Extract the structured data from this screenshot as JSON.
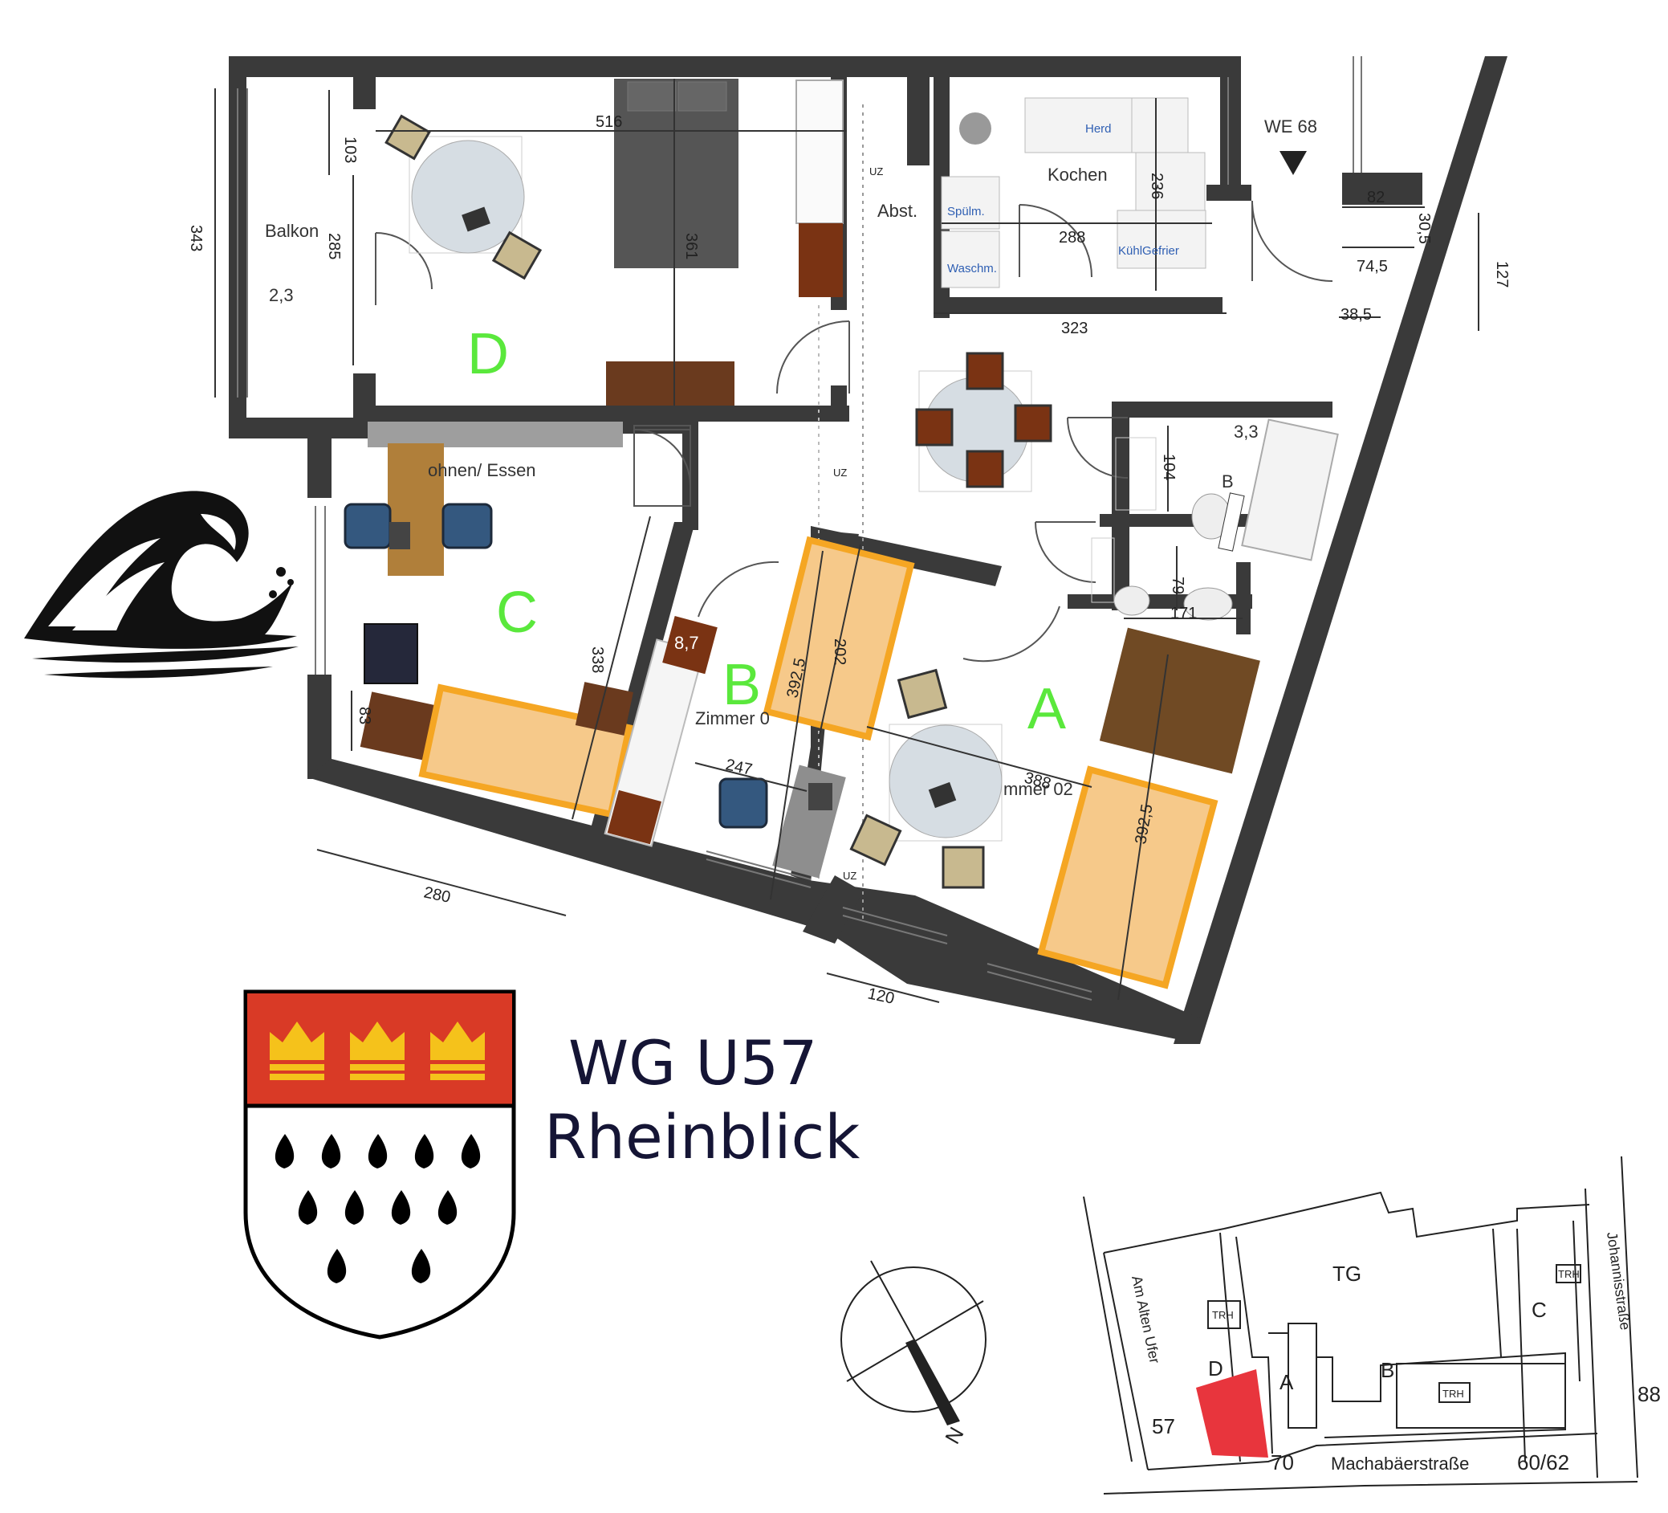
{
  "plan": {
    "rooms": {
      "A": "A",
      "B": "B",
      "C": "C",
      "D": "D"
    },
    "labels": {
      "balkon": "Balkon",
      "balkon_area": "2,3",
      "kochen": "Kochen",
      "abst": "Abst.",
      "wohnen": "ohnen/ Essen",
      "zimmer_b": "Zimmer 0",
      "zimmer_a": "mmer 02",
      "bad": "B",
      "bad_area": "3,3",
      "we": "WE 68",
      "uz": "UZ",
      "area_b": "8,7"
    },
    "appliances": {
      "herd": "Herd",
      "spuelm": "Spülm.",
      "waschm": "Waschm.",
      "kuehl": "KühlGefrier"
    },
    "dimensions": {
      "d516": "516",
      "d103": "103",
      "d343": "343",
      "d285": "285",
      "d361": "361",
      "d236": "236",
      "d288": "288",
      "d323": "323",
      "d82": "82",
      "d30_5": "30,5",
      "d74_5": "74,5",
      "d127": "127",
      "d38_5": "38,5",
      "d104": "104",
      "d79": "79",
      "d171": "171",
      "d338": "338",
      "d83": "83",
      "d280": "280",
      "d202": "202",
      "d392_5_b": "392,5",
      "d247": "247",
      "d388": "388",
      "d392_5_a": "392,5",
      "d120": "120"
    }
  },
  "title": {
    "line1": "WG U57",
    "line2": "Rheinblick"
  },
  "site_map": {
    "tg": "TG",
    "a": "A",
    "b": "B",
    "c": "C",
    "d": "D",
    "trh1": "TRH",
    "trh2": "TRH",
    "trh3": "TRH",
    "street_left": "Am Alten Ufer",
    "street_bottom": "Machabäerstraße",
    "street_right": "Johannisstraße",
    "num57": "57",
    "num70": "70",
    "num6062": "60/62",
    "num88": "88"
  },
  "compass": {
    "label": "N"
  },
  "colors": {
    "wall": "#3a3a3a",
    "room_letter": "#5ae83c",
    "bed": "#f6c98a",
    "bed_border": "#f5a623",
    "crest_red": "#d93a26",
    "crown": "#f5c21b",
    "highlight": "#e8353d"
  }
}
